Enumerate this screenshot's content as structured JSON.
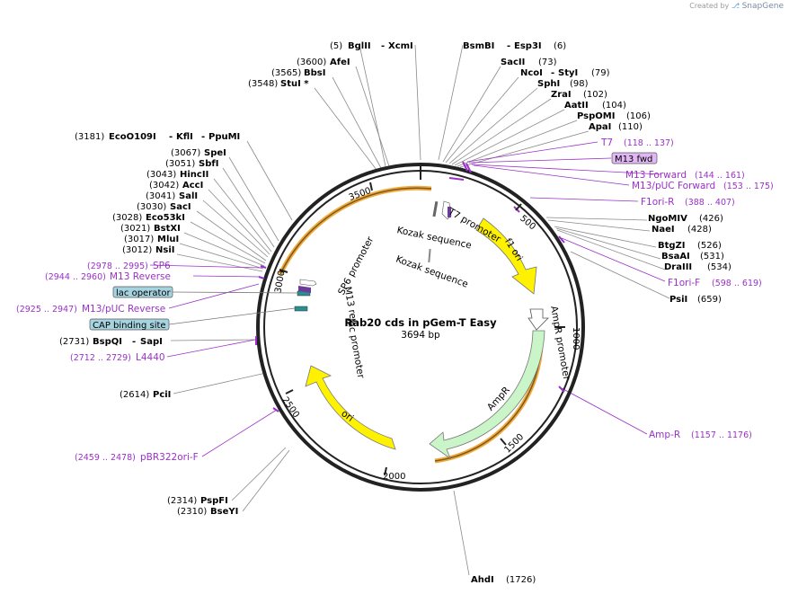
{
  "credit": {
    "prefix": "Created by",
    "brand": "SnapGene"
  },
  "plasmid": {
    "name": "Rab20 cds in pGem-T Easy",
    "length": "3694 bp"
  },
  "colors": {
    "primer": "#9b30c8",
    "yellow": "#fff200",
    "green": "#c9f5c9",
    "orange": "#f2a93b"
  },
  "ruler_ticks": [
    "500",
    "1000",
    "1500",
    "2000",
    "2500",
    "3000",
    "3500"
  ],
  "features": [
    {
      "name": "f1 ori"
    },
    {
      "name": "AmpR promoter"
    },
    {
      "name": "AmpR"
    },
    {
      "name": "ori"
    },
    {
      "name": "lac promoter"
    },
    {
      "name": "M13 rev"
    },
    {
      "name": "SP6 promoter"
    },
    {
      "name": "T7 promoter"
    },
    {
      "name": "Kozak sequence"
    },
    {
      "name": "Kozak sequence"
    }
  ],
  "boxed_features": [
    {
      "name": "lac operator"
    },
    {
      "name": "CAP binding site"
    }
  ],
  "sites": [
    {
      "pos": "(5)",
      "name": "BglII",
      "name2": "XcmI"
    },
    {
      "name": "BsmBI",
      "name2": "Esp3I",
      "pos": "(6)"
    },
    {
      "pos": "(3600)",
      "name": "AfeI"
    },
    {
      "pos": "(3565)",
      "name": "BbsI"
    },
    {
      "pos": "(3548)",
      "name": "StuI *"
    },
    {
      "name": "SacII",
      "pos": "(73)"
    },
    {
      "name": "NcoI",
      "name2": "StyI",
      "pos": "(79)"
    },
    {
      "name": "SphI",
      "pos": "(98)"
    },
    {
      "name": "ZraI",
      "pos": "(102)"
    },
    {
      "name": "AatII",
      "pos": "(104)"
    },
    {
      "name": "PspOMI",
      "pos": "(106)"
    },
    {
      "name": "ApaI",
      "pos": "(110)"
    },
    {
      "pos": "(3181)",
      "name": "EcoO109I",
      "name2": "KflI",
      "name3": "PpuMI"
    },
    {
      "pos": "(3067)",
      "name": "SpeI"
    },
    {
      "pos": "(3051)",
      "name": "SbfI"
    },
    {
      "pos": "(3043)",
      "name": "HincII"
    },
    {
      "pos": "(3042)",
      "name": "AccI"
    },
    {
      "pos": "(3041)",
      "name": "SalI"
    },
    {
      "pos": "(3030)",
      "name": "SacI"
    },
    {
      "pos": "(3028)",
      "name": "Eco53kI"
    },
    {
      "pos": "(3021)",
      "name": "BstXI"
    },
    {
      "pos": "(3017)",
      "name": "MluI"
    },
    {
      "pos": "(3012)",
      "name": "NsiI"
    },
    {
      "name": "NgoMIV",
      "pos": "(426)"
    },
    {
      "name": "NaeI",
      "pos": "(428)"
    },
    {
      "name": "BtgZI",
      "pos": "(526)"
    },
    {
      "name": "BsaAI",
      "pos": "(531)"
    },
    {
      "name": "DraIII",
      "pos": "(534)"
    },
    {
      "name": "PsiI",
      "pos": "(659)"
    },
    {
      "pos": "(2731)",
      "name": "BspQI",
      "name2": "SapI"
    },
    {
      "pos": "(2614)",
      "name": "PciI"
    },
    {
      "pos": "(2314)",
      "name": "PspFI"
    },
    {
      "pos": "(2310)",
      "name": "BseYI"
    },
    {
      "name": "AhdI",
      "pos": "(1726)"
    }
  ],
  "primers": [
    {
      "name": "T7",
      "range": "(118 .. 137)"
    },
    {
      "name": "M13 fwd"
    },
    {
      "name": "M13 Forward",
      "range": "(144 .. 161)"
    },
    {
      "name": "M13/pUC Forward",
      "range": "(153 .. 175)"
    },
    {
      "name": "F1ori-R",
      "range": "(388 .. 407)"
    },
    {
      "name": "F1ori-F",
      "range": "(598 .. 619)"
    },
    {
      "name": "Amp-R",
      "range": "(1157 .. 1176)"
    },
    {
      "range": "(2978 .. 2995)",
      "name": "SP6"
    },
    {
      "range": "(2944 .. 2960)",
      "name": "M13 Reverse"
    },
    {
      "range": "(2925 .. 2947)",
      "name": "M13/pUC Reverse"
    },
    {
      "range": "(2712 .. 2729)",
      "name": "L4440"
    },
    {
      "range": "(2459 .. 2478)",
      "name": "pBR322ori-F"
    }
  ]
}
